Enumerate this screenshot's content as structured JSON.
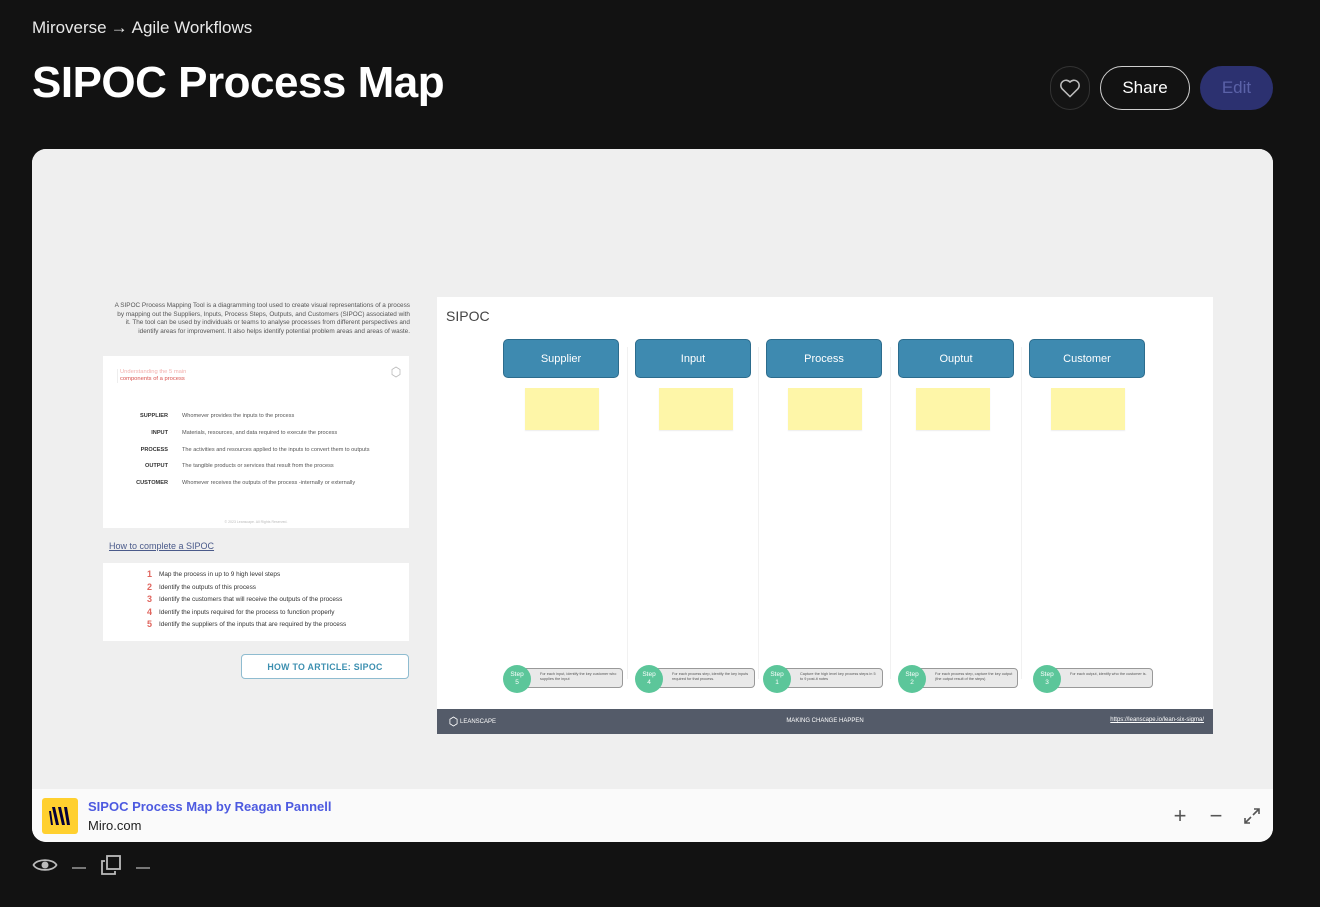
{
  "breadcrumb": {
    "parent": "Miroverse",
    "arrow": "→",
    "current": "Agile Workflows"
  },
  "page_title": "SIPOC Process Map",
  "actions": {
    "share": "Share",
    "edit": "Edit"
  },
  "board": {
    "intro": "A SIPOC Process Mapping Tool is a diagramming tool used to create visual representations of a process by mapping out the Suppliers, Inputs, Process Steps, Outputs, and Customers (SIPOC) associated with it. The tool can be used by individuals or teams to analyse processes from different perspectives and identify areas for improvement. It also helps identify potential problem areas and areas of waste.",
    "definition_card": {
      "title_line1": "Understanding the 5 main",
      "title_line2": "components of a process",
      "rows": [
        {
          "term": "SUPPLIER",
          "desc": "Whomever provides the inputs to the process"
        },
        {
          "term": "INPUT",
          "desc": "Materials, resources, and data required to execute the process"
        },
        {
          "term": "PROCESS",
          "desc": "The activities and resources applied to the inputs to convert them to outputs"
        },
        {
          "term": "OUTPUT",
          "desc": "The tangible products or services that result from the process"
        },
        {
          "term": "CUSTOMER",
          "desc": "Whomever receives the outputs of the process -internally or externally"
        }
      ],
      "footer": "© 2023 Leanscape. All Rights Reserved."
    },
    "howto_link": "How to complete a SIPOC",
    "steps": [
      {
        "num": "1",
        "text": "Map the process in up to 9 high level steps"
      },
      {
        "num": "2",
        "text": "Identify the outputs of this process"
      },
      {
        "num": "3",
        "text": "Identify the customers that will receive the outputs of the process"
      },
      {
        "num": "4",
        "text": "Identify the inputs required for the process to function properly"
      },
      {
        "num": "5",
        "text": "Identify the suppliers of the inputs that are required by the process"
      }
    ],
    "article_button": "HOW TO ARTICLE: SIPOC",
    "sipoc": {
      "title": "SIPOC",
      "columns": [
        {
          "label": "Supplier",
          "step_word": "Step",
          "step_num": "5",
          "hint": "For each input, identify the key customer who supplies the input"
        },
        {
          "label": "Input",
          "step_word": "Step",
          "step_num": "4",
          "hint": "For each process step, identify the key inputs required for that process."
        },
        {
          "label": "Process",
          "step_word": "Step",
          "step_num": "1",
          "hint": "Capture the high level key process steps in 5 to 9 post-it notes"
        },
        {
          "label": "Ouptut",
          "step_word": "Step",
          "step_num": "2",
          "hint": "For each process step, capture the key output (the output result of the steps)"
        },
        {
          "label": "Customer",
          "step_word": "Step",
          "step_num": "3",
          "hint": "For each output, identify who the customer is."
        }
      ],
      "footer": {
        "logo": "LEANSCAPE",
        "tagline": "MAKING CHANGE HAPPEN",
        "url": "https://leanscape.io/lean-six-sigma/"
      }
    }
  },
  "embed_footer": {
    "title": "SIPOC Process Map by Reagan Pannell",
    "site": "Miro.com",
    "zoom_in": "+",
    "zoom_out": "−"
  },
  "colors": {
    "background": "#121212",
    "edit_button": "#2c3170",
    "column_header": "#3e8ab0",
    "sticky_note": "#fef6a8",
    "step_badge": "#5cc69a",
    "miro_yellow": "#ffd02f",
    "footer_link": "#4d5ae0"
  }
}
